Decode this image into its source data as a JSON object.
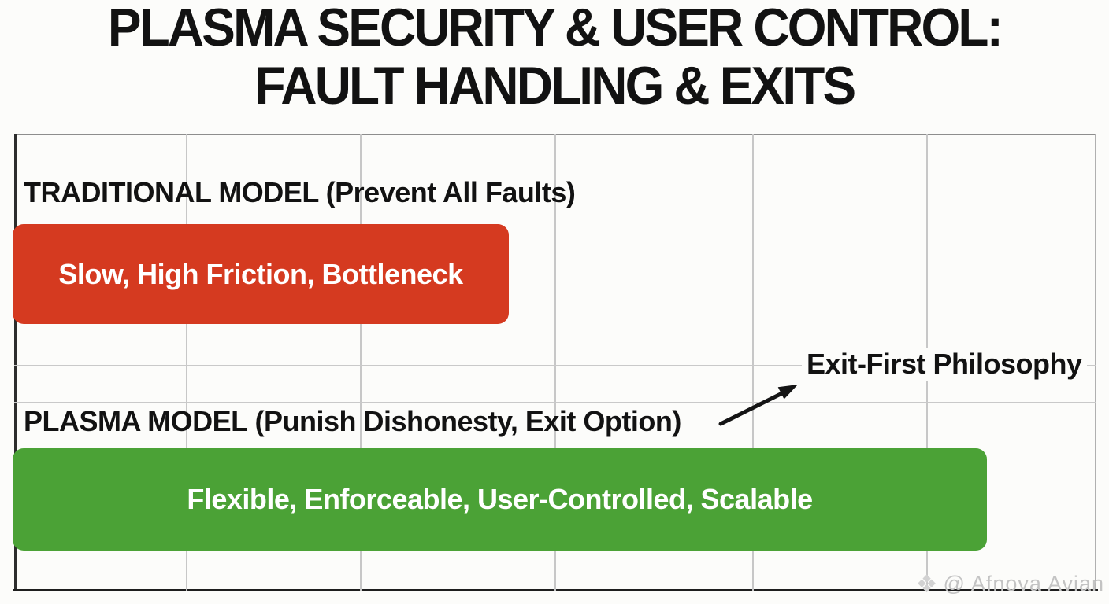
{
  "title": {
    "line1": "PLASMA SECURITY & USER CONTROL:",
    "line2": "FAULT HANDLING & EXITS"
  },
  "chart": {
    "traditional": {
      "label": "TRADITIONAL MODEL (Prevent All Faults)",
      "bar_text": "Slow, High Friction, Bottleneck",
      "bar_color": "#d53a20"
    },
    "plasma": {
      "label": "PLASMA MODEL (Punish Dishonesty, Exit Option)",
      "bar_text": "Flexible, Enforceable, User-Controlled, Scalable",
      "bar_color": "#4ba236"
    },
    "annotation": {
      "label": "Exit-First Philosophy"
    }
  },
  "watermark": {
    "icon_glyph": "❖",
    "text": "@ Afnova Avian"
  }
}
